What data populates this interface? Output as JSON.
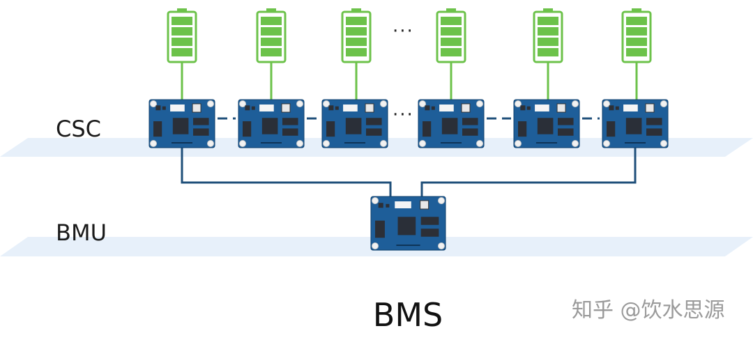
{
  "layers": {
    "csc": "CSC",
    "bmu": "BMU"
  },
  "title": "BMS",
  "watermark": "知乎 @饮水思源",
  "ellipsis_top": "···",
  "ellipsis_middle": "···",
  "battery_levels": [
    1,
    1,
    1,
    1,
    1,
    1
  ],
  "colors": {
    "plane": "#e7f0fa",
    "board": "#1e5e99",
    "battery_green": "#6cc24a",
    "wire_blue": "#1f4f7a"
  },
  "icons": [
    "battery-icon",
    "circuit-board-icon"
  ]
}
